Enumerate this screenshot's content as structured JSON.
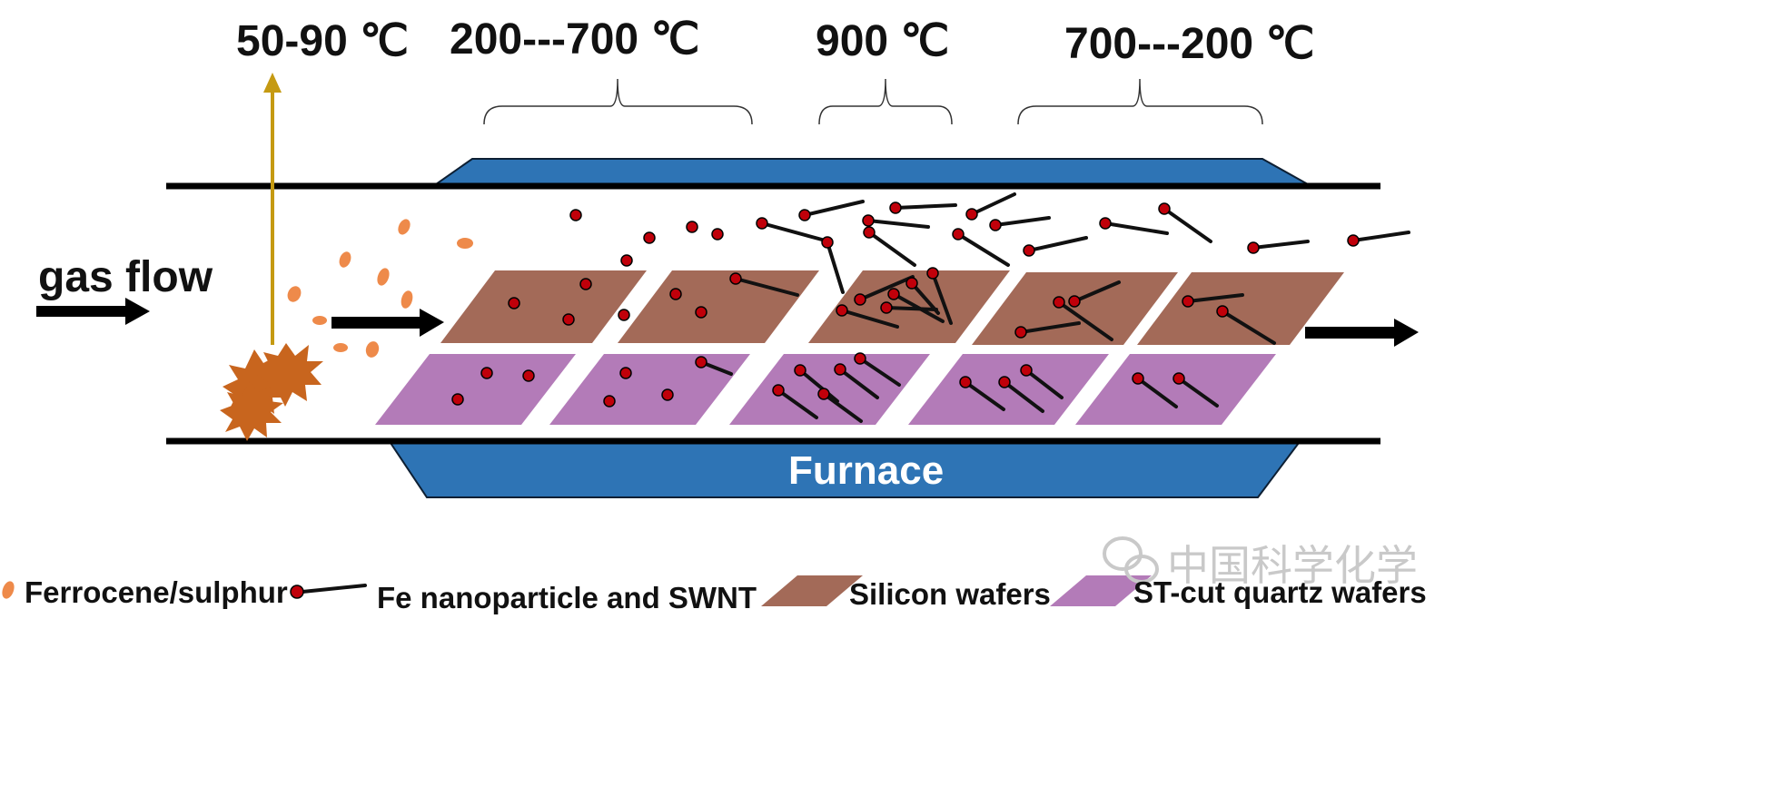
{
  "temperatures": {
    "evaporation": "50-90 ℃",
    "heating": "200---700 ℃",
    "growth": "900 ℃",
    "cooling": "700---200 ℃"
  },
  "gas_flow_label": "gas flow",
  "furnace_label": "Furnace",
  "legend": {
    "ferrocene": "Ferrocene/sulphur",
    "nanoparticle": "Fe nanoparticle and SWNT",
    "silicon": "Silicon wafers",
    "quartz": "ST-cut quartz wafers"
  },
  "watermark": "中国科学化学",
  "colors": {
    "furnace": "#2e74b5",
    "silicon": "#a36a58",
    "quartz": "#b37bb8",
    "ferrocene": "#ee8a4a",
    "source": "#c8651e",
    "nanoparticle": "#c0000a",
    "vapor_arrow": "#c59a12"
  }
}
